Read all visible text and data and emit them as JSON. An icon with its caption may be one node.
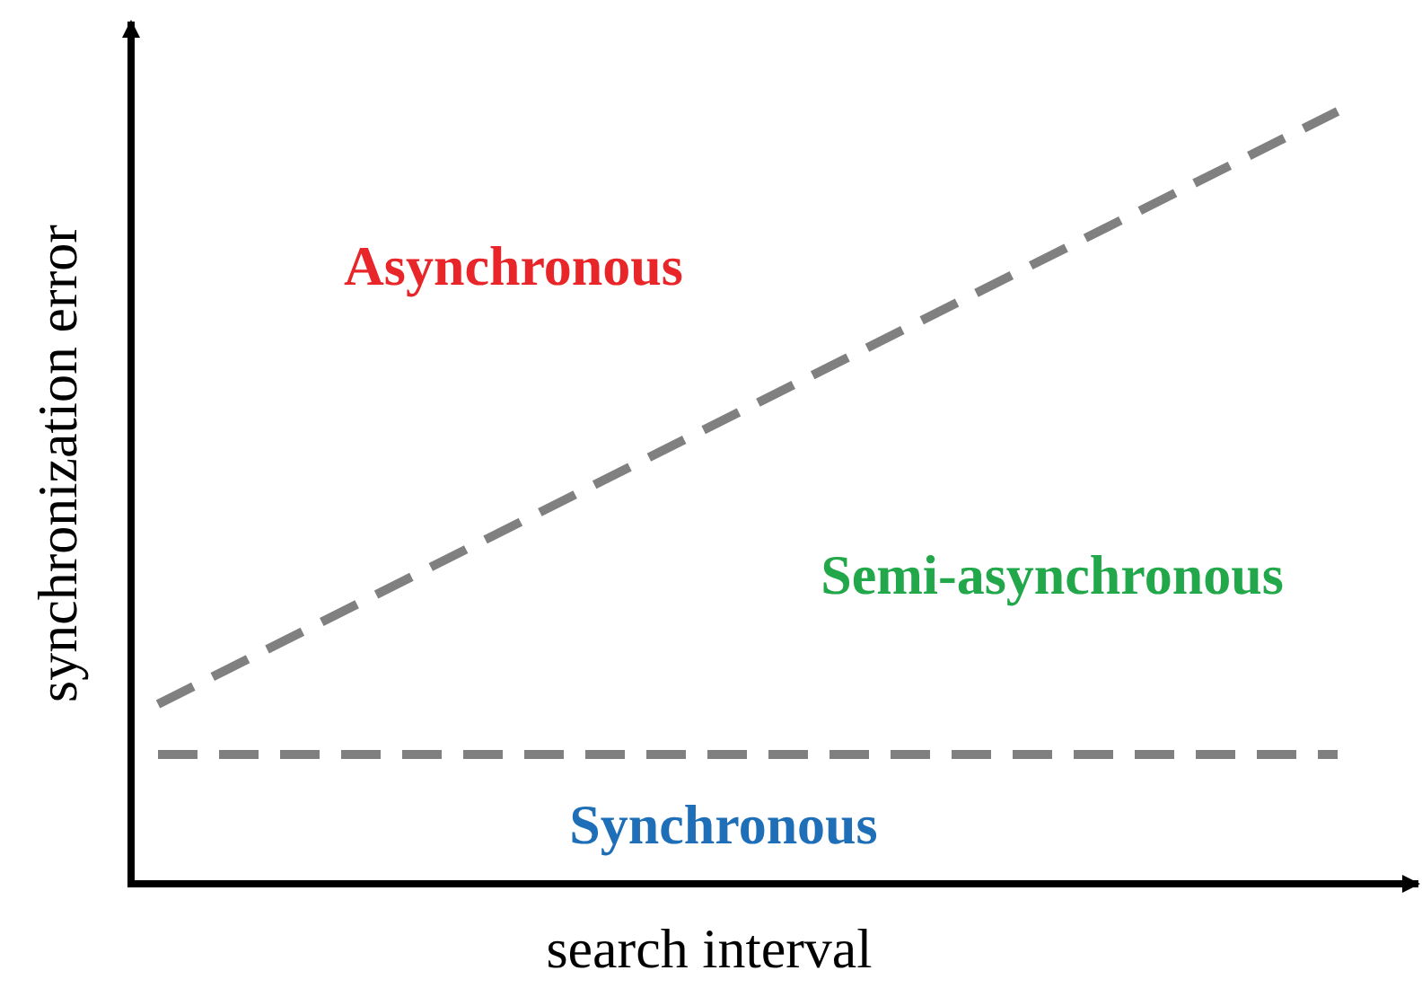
{
  "diagram": {
    "labels": [
      "Asynchronous",
      "Semi-asynchronous",
      "synchronization error",
      "Synchronous",
      "search interval"
    ]
  }
}
